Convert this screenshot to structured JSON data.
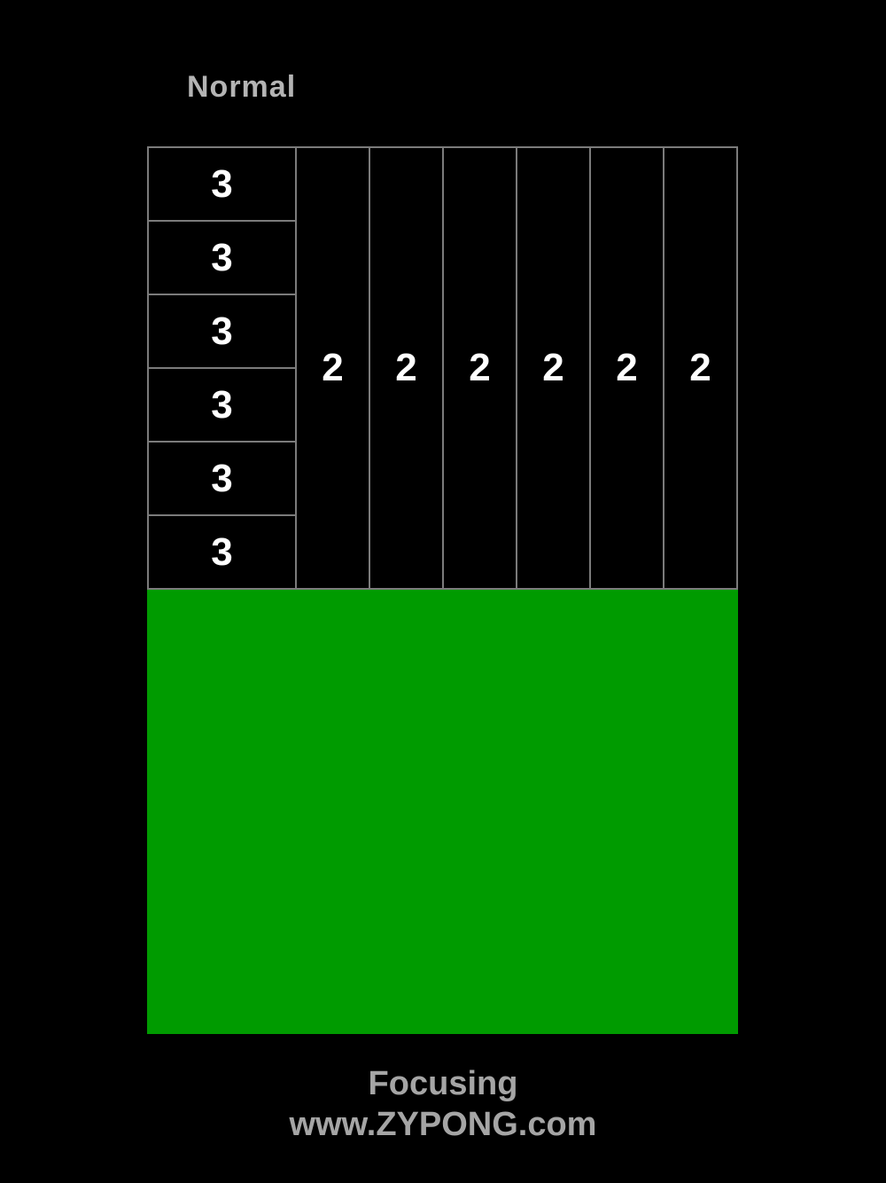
{
  "colors": {
    "background": "#000000",
    "board_border": "#7b7b7b",
    "cell_background": "#000000",
    "number_color": "#ffffff",
    "field_green": "#009b00",
    "label_gray": "#b4b4b4",
    "footer_gray": "#a5a5a5"
  },
  "header": {
    "mode": "Normal"
  },
  "board": {
    "row_cells": [
      "3",
      "3",
      "3",
      "3",
      "3",
      "3"
    ],
    "column_cells": [
      "2",
      "2",
      "2",
      "2",
      "2",
      "2"
    ]
  },
  "footer": {
    "game_title": "Focusing",
    "website": "www.ZYPONG.com"
  }
}
